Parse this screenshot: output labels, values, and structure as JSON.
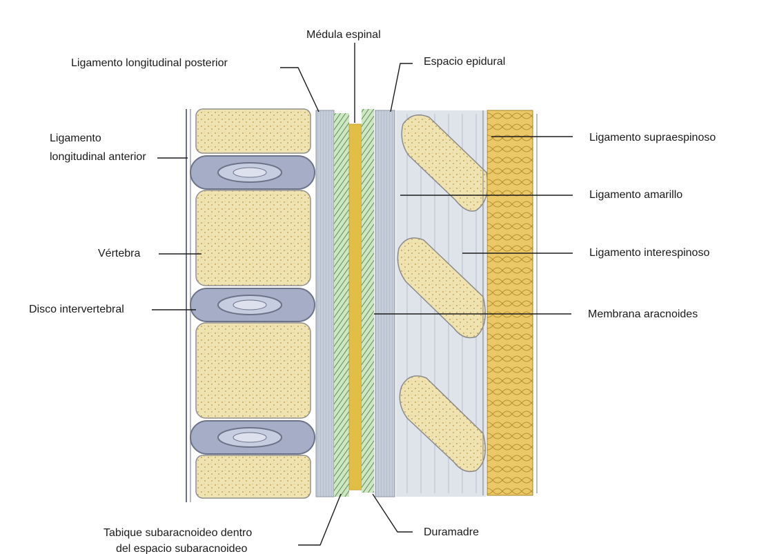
{
  "labels": {
    "medula_espinal": "Médula espinal",
    "lig_long_posterior": "Ligamento longitudinal posterior",
    "espacio_epidural": "Espacio epidural",
    "lig_long_anterior_1": "Ligamento",
    "lig_long_anterior_2": "longitudinal anterior",
    "lig_supraespinoso": "Ligamento supraespinoso",
    "lig_amarillo": "Ligamento amarillo",
    "vertebra": "Vértebra",
    "lig_interespinoso": "Ligamento interespinoso",
    "disco": "Disco intervertebral",
    "membrana_aracnoides": "Membrana aracnoides",
    "tabique_1": "Tabique subaracnoideo dentro",
    "tabique_2": "del espacio subaracnoideo",
    "duramadre": "Duramadre"
  },
  "colors": {
    "bone": "#eedfa8",
    "bone_dot": "#c9a85a",
    "disc": "#9fa6c2",
    "disc_core": "#c3c9de",
    "ligament": "#b9c2d0",
    "cord_yellow": "#e2c14a",
    "arachnoid_green": "#4f8a3e",
    "supraspinous": "#e8c76a",
    "line": "#1a1a1a"
  }
}
